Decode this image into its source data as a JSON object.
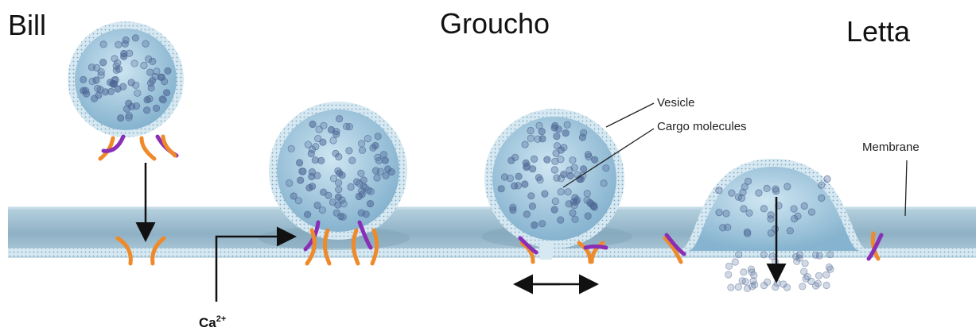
{
  "labels": {
    "bill": "Bill",
    "groucho": "Groucho",
    "letta": "Letta"
  },
  "annotations": {
    "vesicle": "Vesicle",
    "cargo": "Cargo molecules",
    "membrane": "Membrane",
    "calcium": "Ca",
    "calcium_charge": "2+"
  },
  "colors": {
    "vesicle_fill": "#a9cde3",
    "vesicle_wall": "#cfe4ef",
    "membrane_fill": "#8fb3c8",
    "membrane_top": "#b8d3e2",
    "snare_orange": "#ee8a2a",
    "snare_purple": "#8a2fb5",
    "cargo": "#4d6694"
  }
}
